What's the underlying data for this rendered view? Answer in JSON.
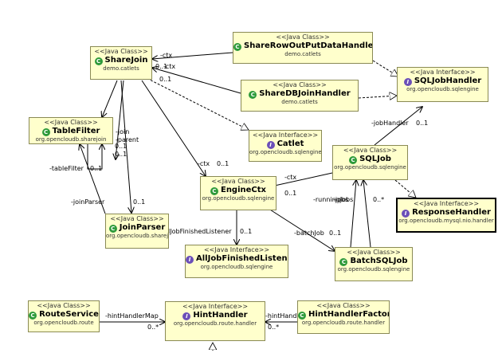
{
  "nodes": {
    "share_join": {
      "stereotype": "<<Java Class>>",
      "name": "ShareJoin",
      "package": "demo.catlets",
      "kind": "class"
    },
    "share_row_out": {
      "stereotype": "<<Java Class>>",
      "name": "ShareRowOutPutDataHandler",
      "package": "demo.catlets",
      "kind": "class"
    },
    "sql_job_handler": {
      "stereotype": "<<Java Interface>>",
      "name": "SQLJobHandler",
      "package": "org.opencloudb.sqlengine",
      "kind": "interface"
    },
    "share_db_join": {
      "stereotype": "<<Java Class>>",
      "name": "ShareDBJoinHandler",
      "package": "demo.catlets",
      "kind": "class"
    },
    "table_filter": {
      "stereotype": "<<Java Class>>",
      "name": "TableFilter",
      "package": "org.opencloudb.sharejoin",
      "kind": "class"
    },
    "catlet": {
      "stereotype": "<<Java Interface>>",
      "name": "Catlet",
      "package": "org.opencloudb.sqlengine",
      "kind": "interface"
    },
    "sql_job": {
      "stereotype": "<<Java Class>>",
      "name": "SQLJob",
      "package": "org.opencloudb.sqlengine",
      "kind": "class"
    },
    "engine_ctx": {
      "stereotype": "<<Java Class>>",
      "name": "EngineCtx",
      "package": "org.opencloudb.sqlengine",
      "kind": "class"
    },
    "response_handler": {
      "stereotype": "<<Java Interface>>",
      "name": "ResponseHandler",
      "package": "org.opencloudb.mysql.nio.handler",
      "kind": "interface"
    },
    "join_parser": {
      "stereotype": "<<Java Class>>",
      "name": "JoinParser",
      "package": "org.opencloudb.sharejoin",
      "kind": "class"
    },
    "all_job_finished": {
      "stereotype": "<<Java Interface>>",
      "name": "AllJobFinishedListener",
      "package": "org.opencloudb.sqlengine",
      "kind": "interface"
    },
    "batch_sql_job": {
      "stereotype": "<<Java Class>>",
      "name": "BatchSQLJob",
      "package": "org.opencloudb.sqlengine",
      "kind": "class"
    },
    "route_service": {
      "stereotype": "<<Java Class>>",
      "name": "RouteService",
      "package": "org.opencloudb.route",
      "kind": "class"
    },
    "hint_handler": {
      "stereotype": "<<Java Interface>>",
      "name": "HintHandler",
      "package": "org.opencloudb.route.handler",
      "kind": "interface"
    },
    "hint_handler_factory": {
      "stereotype": "<<Java Class>>",
      "name": "HintHandlerFactory",
      "package": "org.opencloudb.route.handler",
      "kind": "class"
    }
  },
  "edge_labels": {
    "ctx_1": "-ctx",
    "ctx_2": "-ctx",
    "zero_one_1": "0..1",
    "zero_one_2": "0..1",
    "join": "-join",
    "parent": "-parent",
    "one_a": "0..1",
    "one_b": "0..1",
    "table_filter": "-tableFilter",
    "tf_mult": "0..1",
    "join_parser": "-joinParser",
    "jp_mult": "0..1",
    "ctx_engine": "-ctx",
    "ctx_engine_mult": "0..1",
    "ctx_sqljob": "-ctx",
    "ctx_sqljob_mult": "0..1",
    "job_handler": "-jobHandler",
    "job_handler_mult": "0..1",
    "running_jobs": "-runningJobs",
    "jobs": "-jobs",
    "jobs_mult": "0..*",
    "all_job_finished_listener": "-allJobFinishedListener",
    "ajf_mult": "0..1",
    "batch_job": "-batchJob",
    "batch_job_mult": "0..1",
    "hint_handler_map_1": "-hintHandlerMap",
    "hhm_mult_1": "0..*",
    "hint_handler_map_2": "-hintHandlerMap",
    "hhm_mult_2": "0..*"
  }
}
